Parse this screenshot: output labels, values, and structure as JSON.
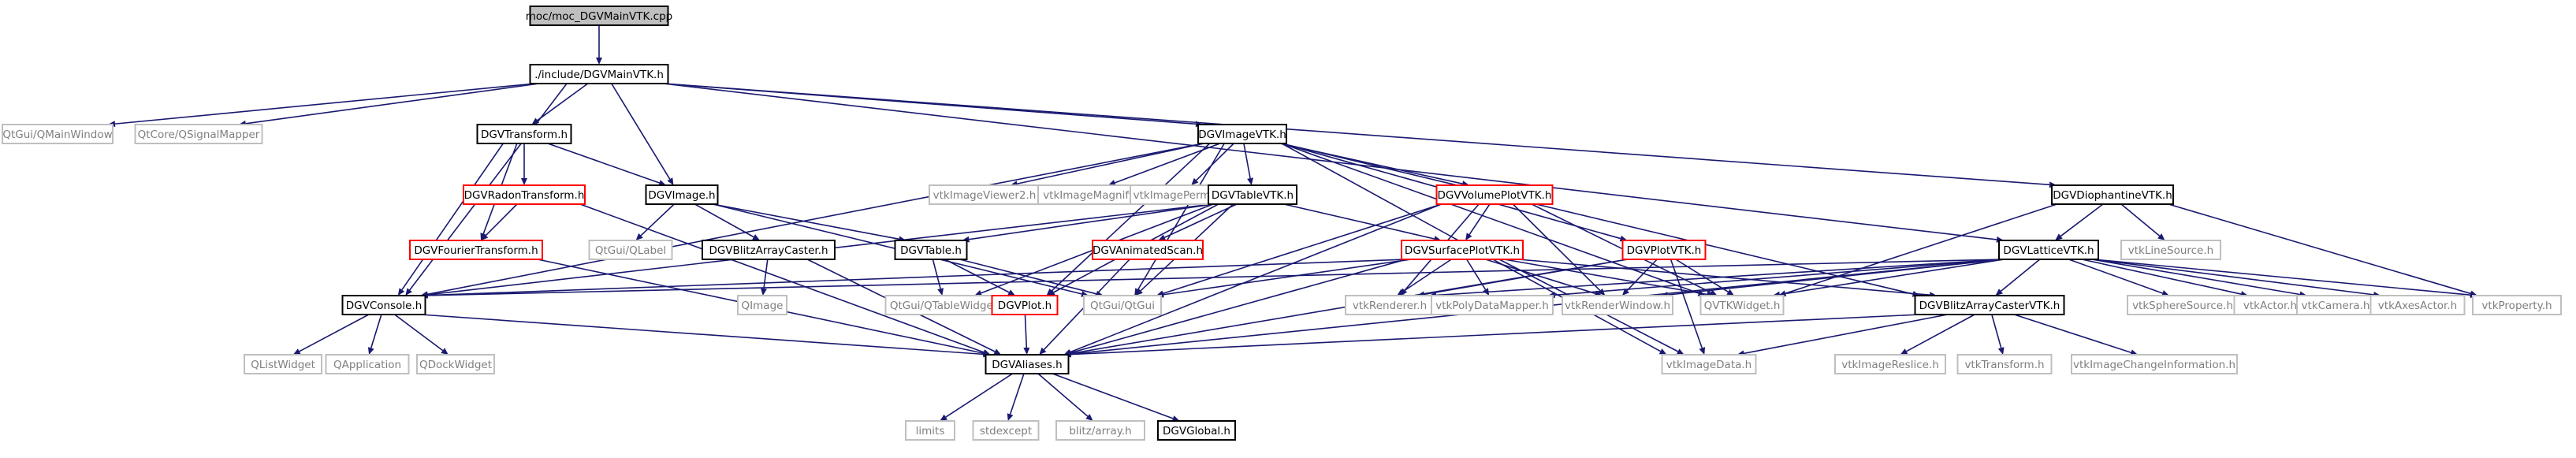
{
  "diagram": {
    "title": "moc/moc_DGVMainVTK.cpp",
    "styles": {
      "root": {
        "fill": "#bfbfbf",
        "stroke": "#000000",
        "text": "#000000"
      },
      "project": {
        "fill": "#ffffff",
        "stroke": "#000000",
        "text": "#000000"
      },
      "incomplete": {
        "fill": "#ffffff",
        "stroke": "#ff0000",
        "text": "#000000"
      },
      "external": {
        "fill": "#ffffff",
        "stroke": "#bfbfbf",
        "text": "#7f7f7f"
      },
      "edge_color": "#191970"
    },
    "nodes": [
      {
        "id": "moc",
        "label": "moc/moc_DGVMainVTK.cpp",
        "kind": "root"
      },
      {
        "id": "mainvtk",
        "label": "./include/DGVMainVTK.h",
        "kind": "project"
      },
      {
        "id": "qmainwindow",
        "label": "QtGui/QMainWindow",
        "kind": "external"
      },
      {
        "id": "qsignalmapper",
        "label": "QtCore/QSignalMapper",
        "kind": "external"
      },
      {
        "id": "transform",
        "label": "DGVTransform.h",
        "kind": "project"
      },
      {
        "id": "imagevtk",
        "label": "DGVImageVTK.h",
        "kind": "project"
      },
      {
        "id": "diophantine",
        "label": "DGVDiophantineVTK.h",
        "kind": "project"
      },
      {
        "id": "radon",
        "label": "DGVRadonTransform.h",
        "kind": "incomplete"
      },
      {
        "id": "image",
        "label": "DGVImage.h",
        "kind": "project"
      },
      {
        "id": "imageviewer2",
        "label": "vtkImageViewer2.h",
        "kind": "external"
      },
      {
        "id": "imagemagnify",
        "label": "vtkImageMagnify.h",
        "kind": "external"
      },
      {
        "id": "imagepermute",
        "label": "vtkImagePermute.h",
        "kind": "external"
      },
      {
        "id": "tablevtk",
        "label": "DGVTableVTK.h",
        "kind": "project"
      },
      {
        "id": "volumeplot",
        "label": "DGVVolumePlotVTK.h",
        "kind": "incomplete"
      },
      {
        "id": "fourier",
        "label": "DGVFourierTransform.h",
        "kind": "incomplete"
      },
      {
        "id": "qlabel",
        "label": "QtGui/QLabel",
        "kind": "external"
      },
      {
        "id": "blitzcaster",
        "label": "DGVBlitzArrayCaster.h",
        "kind": "project"
      },
      {
        "id": "table",
        "label": "DGVTable.h",
        "kind": "project"
      },
      {
        "id": "animated",
        "label": "DGVAnimatedScan.h",
        "kind": "incomplete"
      },
      {
        "id": "surfaceplot",
        "label": "DGVSurfacePlotVTK.h",
        "kind": "incomplete"
      },
      {
        "id": "plotvtk",
        "label": "DGVPlotVTK.h",
        "kind": "incomplete"
      },
      {
        "id": "latticevtk",
        "label": "DGVLatticeVTK.h",
        "kind": "project"
      },
      {
        "id": "linesource",
        "label": "vtkLineSource.h",
        "kind": "external"
      },
      {
        "id": "console",
        "label": "DGVConsole.h",
        "kind": "project"
      },
      {
        "id": "qimage",
        "label": "QImage",
        "kind": "external"
      },
      {
        "id": "qtablewidget",
        "label": "QtGui/QTableWidget",
        "kind": "external"
      },
      {
        "id": "dgvplot",
        "label": "DGVPlot.h",
        "kind": "incomplete"
      },
      {
        "id": "qtgui",
        "label": "QtGui/QtGui",
        "kind": "external"
      },
      {
        "id": "renderer",
        "label": "vtkRenderer.h",
        "kind": "external"
      },
      {
        "id": "polydatamapper",
        "label": "vtkPolyDataMapper.h",
        "kind": "external"
      },
      {
        "id": "renderwindow",
        "label": "vtkRenderWindow.h",
        "kind": "external"
      },
      {
        "id": "qvtkwidget",
        "label": "QVTKWidget.h",
        "kind": "external"
      },
      {
        "id": "blitzcastervtk",
        "label": "DGVBlitzArrayCasterVTK.h",
        "kind": "project"
      },
      {
        "id": "spheresource",
        "label": "vtkSphereSource.h",
        "kind": "external"
      },
      {
        "id": "actor",
        "label": "vtkActor.h",
        "kind": "external"
      },
      {
        "id": "camera",
        "label": "vtkCamera.h",
        "kind": "external"
      },
      {
        "id": "axesactor",
        "label": "vtkAxesActor.h",
        "kind": "external"
      },
      {
        "id": "property",
        "label": "vtkProperty.h",
        "kind": "external"
      },
      {
        "id": "qlistwidget",
        "label": "QListWidget",
        "kind": "external"
      },
      {
        "id": "qapplication",
        "label": "QApplication",
        "kind": "external"
      },
      {
        "id": "qdockwidget",
        "label": "QDockWidget",
        "kind": "external"
      },
      {
        "id": "aliases",
        "label": "DGVAliases.h",
        "kind": "project"
      },
      {
        "id": "imagedata",
        "label": "vtkImageData.h",
        "kind": "external"
      },
      {
        "id": "imagereslice",
        "label": "vtkImageReslice.h",
        "kind": "external"
      },
      {
        "id": "vtktransform",
        "label": "vtkTransform.h",
        "kind": "external"
      },
      {
        "id": "imagechangeinfo",
        "label": "vtkImageChangeInformation.h",
        "kind": "external"
      },
      {
        "id": "limits",
        "label": "limits",
        "kind": "external"
      },
      {
        "id": "stdexcept",
        "label": "stdexcept",
        "kind": "external"
      },
      {
        "id": "blitzarray",
        "label": "blitz/array.h",
        "kind": "external"
      },
      {
        "id": "global",
        "label": "DGVGlobal.h",
        "kind": "project"
      }
    ],
    "edges": [
      [
        "moc",
        "mainvtk"
      ],
      [
        "mainvtk",
        "qmainwindow"
      ],
      [
        "mainvtk",
        "qsignalmapper"
      ],
      [
        "mainvtk",
        "transform"
      ],
      [
        "mainvtk",
        "image"
      ],
      [
        "mainvtk",
        "imagevtk"
      ],
      [
        "mainvtk",
        "diophantine"
      ],
      [
        "mainvtk",
        "latticevtk"
      ],
      [
        "mainvtk",
        "console"
      ],
      [
        "transform",
        "radon"
      ],
      [
        "transform",
        "fourier"
      ],
      [
        "transform",
        "image"
      ],
      [
        "transform",
        "console"
      ],
      [
        "radon",
        "fourier"
      ],
      [
        "radon",
        "aliases"
      ],
      [
        "fourier",
        "aliases"
      ],
      [
        "image",
        "qlabel"
      ],
      [
        "image",
        "blitzcaster"
      ],
      [
        "image",
        "table"
      ],
      [
        "image",
        "qtgui"
      ],
      [
        "blitzcaster",
        "qimage"
      ],
      [
        "blitzcaster",
        "aliases"
      ],
      [
        "table",
        "qtablewidget"
      ],
      [
        "table",
        "dgvplot"
      ],
      [
        "table",
        "qtgui"
      ],
      [
        "dgvplot",
        "aliases"
      ],
      [
        "imagevtk",
        "imageviewer2"
      ],
      [
        "imagevtk",
        "imagemagnify"
      ],
      [
        "imagevtk",
        "imagepermute"
      ],
      [
        "imagevtk",
        "tablevtk"
      ],
      [
        "imagevtk",
        "volumeplot"
      ],
      [
        "imagevtk",
        "plotvtk"
      ],
      [
        "imagevtk",
        "console"
      ],
      [
        "imagevtk",
        "dgvplot"
      ],
      [
        "imagevtk",
        "qtgui"
      ],
      [
        "imagevtk",
        "qvtkwidget"
      ],
      [
        "imagevtk",
        "imagedata"
      ],
      [
        "imagevtk",
        "blitzcastervtk"
      ],
      [
        "tablevtk",
        "table"
      ],
      [
        "tablevtk",
        "animated"
      ],
      [
        "tablevtk",
        "surfaceplot"
      ],
      [
        "tablevtk",
        "qtablewidget"
      ],
      [
        "tablevtk",
        "qtgui"
      ],
      [
        "tablevtk",
        "console"
      ],
      [
        "tablevtk",
        "dgvplot"
      ],
      [
        "animated",
        "aliases"
      ],
      [
        "volumeplot",
        "surfaceplot"
      ],
      [
        "volumeplot",
        "qtgui"
      ],
      [
        "volumeplot",
        "renderer"
      ],
      [
        "volumeplot",
        "renderwindow"
      ],
      [
        "volumeplot",
        "qvtkwidget"
      ],
      [
        "volumeplot",
        "aliases"
      ],
      [
        "surfaceplot",
        "qtgui"
      ],
      [
        "surfaceplot",
        "renderer"
      ],
      [
        "surfaceplot",
        "polydatamapper"
      ],
      [
        "surfaceplot",
        "renderwindow"
      ],
      [
        "surfaceplot",
        "qvtkwidget"
      ],
      [
        "surfaceplot",
        "blitzcastervtk"
      ],
      [
        "surfaceplot",
        "aliases"
      ],
      [
        "surfaceplot",
        "console"
      ],
      [
        "surfaceplot",
        "imagedata"
      ],
      [
        "plotvtk",
        "renderer"
      ],
      [
        "plotvtk",
        "renderwindow"
      ],
      [
        "plotvtk",
        "qvtkwidget"
      ],
      [
        "plotvtk",
        "imagedata"
      ],
      [
        "plotvtk",
        "aliases"
      ],
      [
        "diophantine",
        "latticevtk"
      ],
      [
        "diophantine",
        "linesource"
      ],
      [
        "diophantine",
        "qvtkwidget"
      ],
      [
        "diophantine",
        "property"
      ],
      [
        "latticevtk",
        "renderer"
      ],
      [
        "latticevtk",
        "polydatamapper"
      ],
      [
        "latticevtk",
        "renderwindow"
      ],
      [
        "latticevtk",
        "qvtkwidget"
      ],
      [
        "latticevtk",
        "blitzcastervtk"
      ],
      [
        "latticevtk",
        "spheresource"
      ],
      [
        "latticevtk",
        "actor"
      ],
      [
        "latticevtk",
        "camera"
      ],
      [
        "latticevtk",
        "axesactor"
      ],
      [
        "latticevtk",
        "property"
      ],
      [
        "latticevtk",
        "aliases"
      ],
      [
        "latticevtk",
        "console"
      ],
      [
        "blitzcastervtk",
        "aliases"
      ],
      [
        "blitzcastervtk",
        "imagedata"
      ],
      [
        "blitzcastervtk",
        "imagereslice"
      ],
      [
        "blitzcastervtk",
        "vtktransform"
      ],
      [
        "blitzcastervtk",
        "imagechangeinfo"
      ],
      [
        "console",
        "qlistwidget"
      ],
      [
        "console",
        "qapplication"
      ],
      [
        "console",
        "qdockwidget"
      ],
      [
        "console",
        "aliases"
      ],
      [
        "aliases",
        "limits"
      ],
      [
        "aliases",
        "stdexcept"
      ],
      [
        "aliases",
        "blitzarray"
      ],
      [
        "aliases",
        "global"
      ]
    ]
  }
}
